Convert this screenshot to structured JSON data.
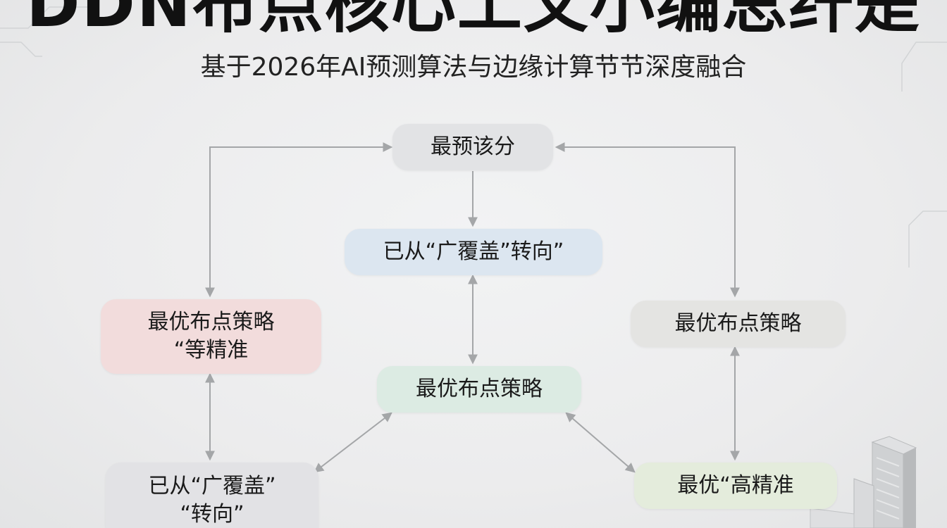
{
  "header": {
    "title": "DDN布点核心工文小编总纤是",
    "subtitle": "基于2026年AI预测算法与边缘计算节节深度融合"
  },
  "nodes": {
    "top": {
      "label": "最预该分"
    },
    "center_upper": {
      "label": "已从“广覆盖”转向”"
    },
    "left": {
      "line1": "最优布点策略",
      "line2": "“等精准"
    },
    "right": {
      "label": "最优布点策略"
    },
    "center_lower": {
      "label": "最优布点策略"
    },
    "bottom_left": {
      "line1": "已从“广覆盖”",
      "line2": "“转向”"
    },
    "bottom_right": {
      "label": "最优“高精准"
    }
  },
  "colors": {
    "top": "#e2e3e5",
    "center_upper": "#dce6f0",
    "left": "#f2dcdc",
    "right": "#e4e4e2",
    "center_lower": "#dcebe3",
    "bottom_left": "#e2e2e5",
    "bottom_right": "#e4ecdc",
    "arrow": "#a4a6a8"
  }
}
